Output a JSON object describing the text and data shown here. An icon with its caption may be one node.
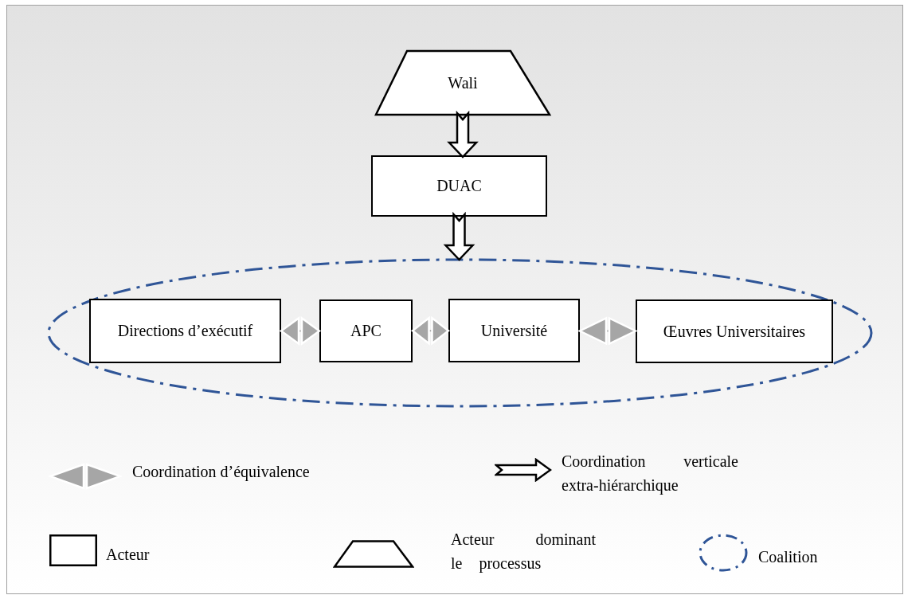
{
  "diagram": {
    "nodes": [
      {
        "text": [
          "Wali"
        ]
      },
      {
        "text": [
          "DUAC"
        ]
      },
      {
        "text": [],
        "shape": "ellipse"
      },
      {
        "text": [
          "Directions d’exécutif"
        ],
        "in": 2
      },
      {
        "text": [
          "APC"
        ],
        "in": 2
      },
      {
        "text": [
          "Université"
        ],
        "in": 2
      },
      {
        "text": [
          "Œuvres Universitaires"
        ],
        "in": 2
      }
    ],
    "edges": [
      {
        "from": 0,
        "to": 1,
        "arrow": "to"
      },
      {
        "from": 1,
        "to": 2,
        "arrow": "to"
      },
      {
        "from": 3,
        "to": 4,
        "arrow": "both",
        "color": "#a6a6a6"
      },
      {
        "from": 4,
        "to": 5,
        "arrow": "both",
        "color": "#a6a6a6"
      },
      {
        "from": 5,
        "to": 6,
        "arrow": "both",
        "color": "#a6a6a6"
      }
    ],
    "legend": [
      {
        "text": "Coordination d’équivalence"
      },
      {
        "text": "Coordination verticale extra-hiérarchique"
      },
      {
        "text": "Acteur"
      },
      {
        "text": "Acteur dominant le processus"
      },
      {
        "text": "Coalition"
      }
    ]
  }
}
